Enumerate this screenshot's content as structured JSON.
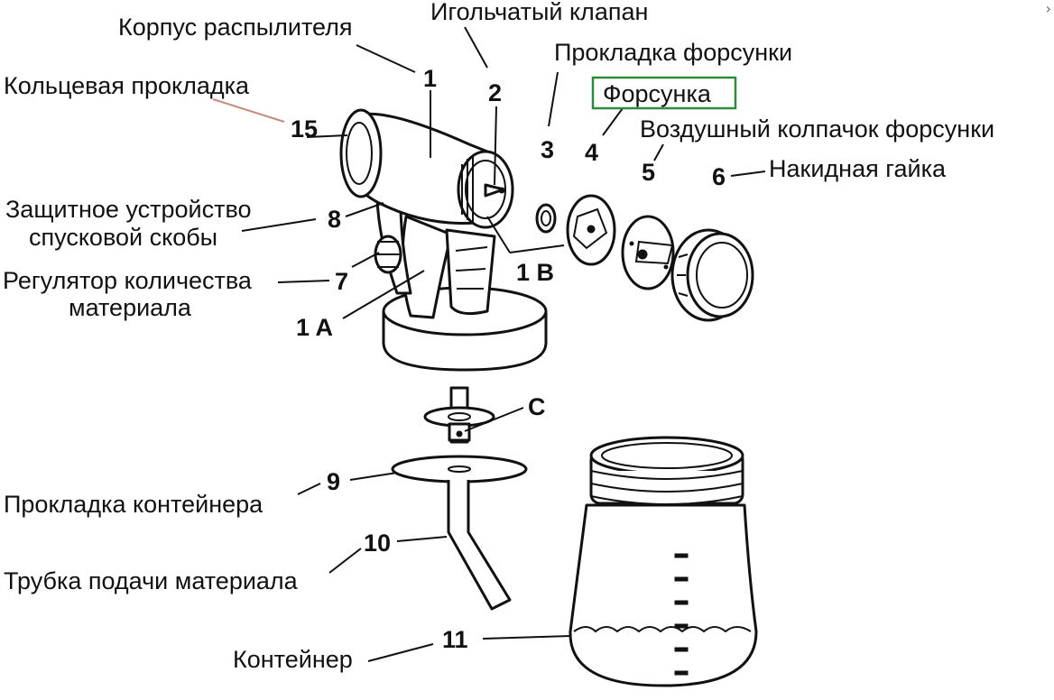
{
  "labels": {
    "body": "Корпус распылителя",
    "needle_valve": "Игольчатый клапан",
    "nozzle_gasket": "Прокладка форсунки",
    "nozzle": "Форсунка",
    "air_cap": "Воздушный колпачок форсунки",
    "union_nut": "Накидная гайка",
    "ring_gasket": "Кольцевая прокладка",
    "trigger_guard_line1": "Защитное устройство",
    "trigger_guard_line2": "спусковой скобы",
    "flow_regulator_line1": "Регулятор количества",
    "flow_regulator_line2": "материала",
    "container_gasket": "Прокладка контейнера",
    "feed_tube": "Трубка подачи материала",
    "container": "Контейнер"
  },
  "numbers": {
    "n1": "1",
    "n2": "2",
    "n3": "3",
    "n4": "4",
    "n5": "5",
    "n6": "6",
    "n15": "15",
    "n8": "8",
    "n7": "7",
    "n1a": "1 A",
    "n1b": "1 B",
    "nc": "C",
    "n9": "9",
    "n10": "10",
    "n11": "11"
  },
  "colors": {
    "highlight_box": "#2e8b3a",
    "ink": "#111111"
  },
  "nav": {
    "chevron": "›"
  }
}
